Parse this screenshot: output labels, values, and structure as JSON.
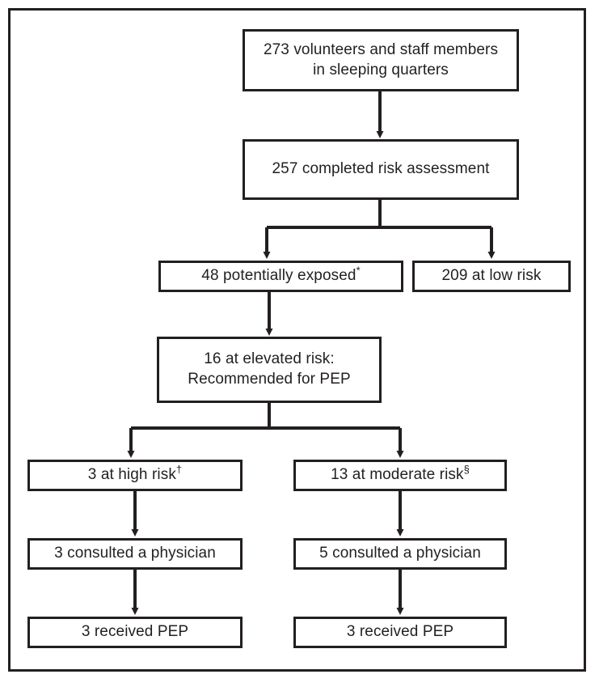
{
  "figure": {
    "type": "flowchart",
    "orientation": "top-down",
    "frame_color": "#231f20",
    "box_fill": "#ffffff"
  },
  "nodes": {
    "total": {
      "line1": "273 volunteers and staff members",
      "line2": "in sleeping quarters",
      "count": 273
    },
    "assessed": {
      "line1": "257 completed risk assessment",
      "count": 257
    },
    "exposed": {
      "text": "48 potentially exposed",
      "marker": "*",
      "count": 48
    },
    "low_risk": {
      "text": "209 at low risk",
      "count": 209
    },
    "elevated": {
      "line1": "16 at elevated risk:",
      "line2": "Recommended for PEP",
      "count": 16
    },
    "high_risk": {
      "text": "3 at high risk",
      "marker": "†",
      "count": 3
    },
    "high_consulted": {
      "text": "3 consulted a physician",
      "count": 3
    },
    "high_pep": {
      "text": "3 received PEP",
      "count": 3
    },
    "moderate_risk": {
      "text": "13 at moderate risk",
      "marker": "§",
      "count": 13
    },
    "moderate_consulted": {
      "text": "5 consulted a physician",
      "count": 5
    },
    "moderate_pep": {
      "text": "3 received PEP",
      "count": 3
    }
  },
  "edges": [
    {
      "from": "total",
      "to": "assessed",
      "style": "straight-arrow"
    },
    {
      "from": "assessed",
      "to": "exposed",
      "style": "split-arrow-left"
    },
    {
      "from": "assessed",
      "to": "low_risk",
      "style": "split-arrow-right"
    },
    {
      "from": "exposed",
      "to": "elevated",
      "style": "straight-arrow"
    },
    {
      "from": "elevated",
      "to": "high_risk",
      "style": "split-arrow-left"
    },
    {
      "from": "elevated",
      "to": "moderate_risk",
      "style": "split-arrow-right"
    },
    {
      "from": "high_risk",
      "to": "high_consulted",
      "style": "straight-arrow"
    },
    {
      "from": "high_consulted",
      "to": "high_pep",
      "style": "straight-arrow"
    },
    {
      "from": "moderate_risk",
      "to": "moderate_consulted",
      "style": "straight-arrow"
    },
    {
      "from": "moderate_consulted",
      "to": "moderate_pep",
      "style": "straight-arrow"
    }
  ]
}
